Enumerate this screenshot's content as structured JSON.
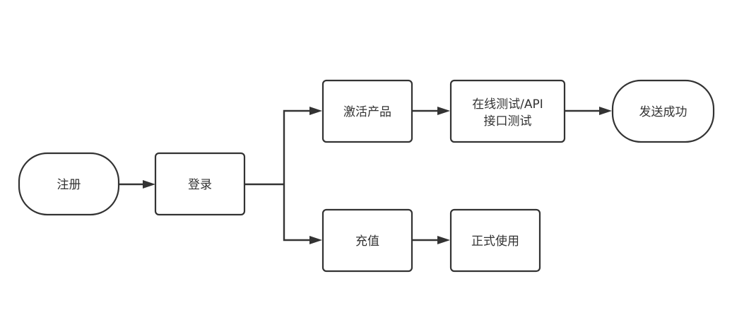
{
  "diagram": {
    "nodes": {
      "register": {
        "label": "注册"
      },
      "login": {
        "label": "登录"
      },
      "activate": {
        "label": "激活产品"
      },
      "online_test": {
        "line1": "在线测试/API",
        "line2": "接口测试"
      },
      "send_success": {
        "label": "发送成功"
      },
      "recharge": {
        "label": "充值"
      },
      "formal_use": {
        "label": "正式使用"
      }
    },
    "colors": {
      "stroke": "#333333",
      "fill": "#ffffff",
      "background": "#ffffff"
    }
  }
}
